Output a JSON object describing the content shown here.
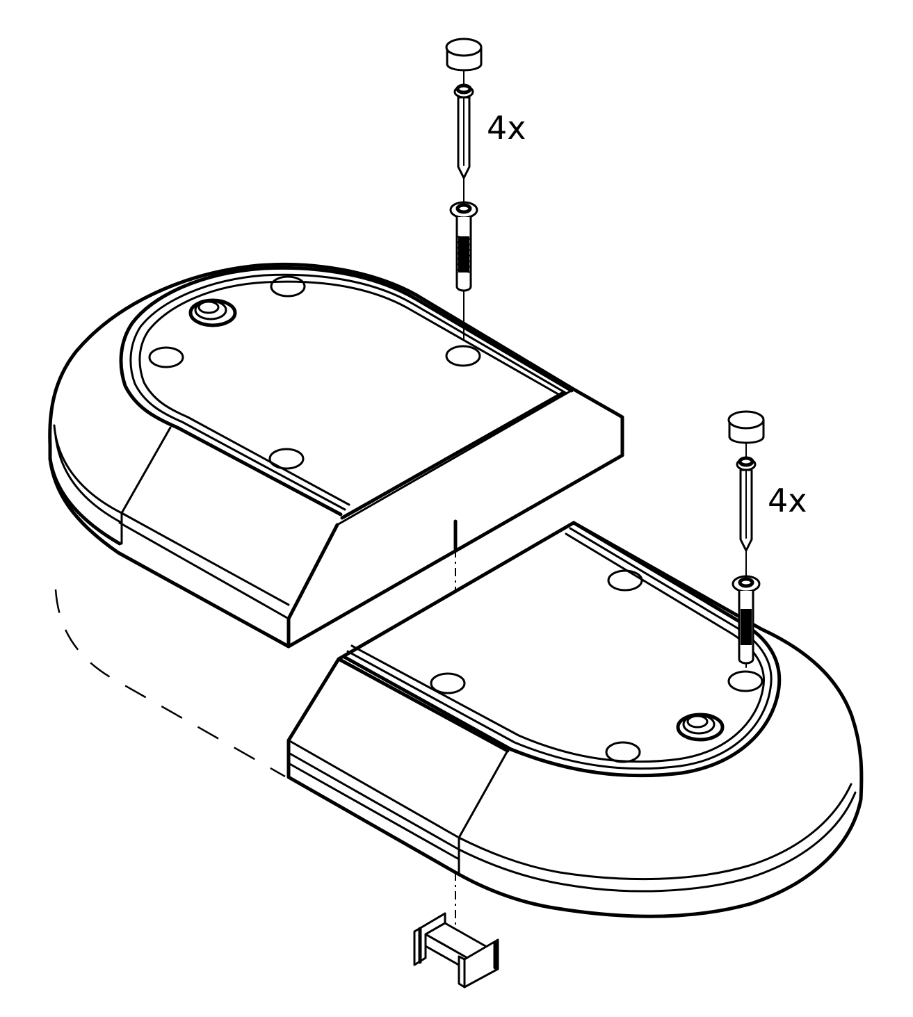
{
  "figure": {
    "callouts": [
      {
        "id": "upper",
        "label": "4x"
      },
      {
        "id": "lower",
        "label": "4x"
      }
    ]
  }
}
